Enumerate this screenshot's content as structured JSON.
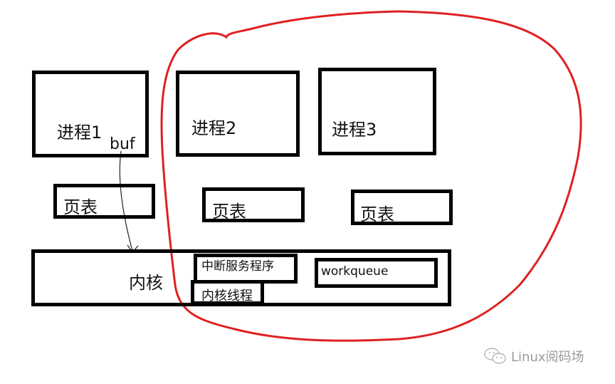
{
  "processes": [
    {
      "label": "进程1",
      "sub_label": "buf"
    },
    {
      "label": "进程2"
    },
    {
      "label": "进程3"
    }
  ],
  "page_tables": [
    {
      "label": "页表"
    },
    {
      "label": "页表"
    },
    {
      "label": "页表"
    }
  ],
  "kernel": {
    "label": "内核",
    "components": [
      {
        "label": "中断服务程序"
      },
      {
        "label": "workqueue"
      },
      {
        "label": "内核线程"
      }
    ]
  },
  "colors": {
    "box_border": "#000000",
    "highlight_outline": "#e02020",
    "arrow": "#222222",
    "watermark": "#9a9a9a"
  },
  "watermark": {
    "icon": "wechat-icon",
    "text": "Linux阅码场"
  }
}
